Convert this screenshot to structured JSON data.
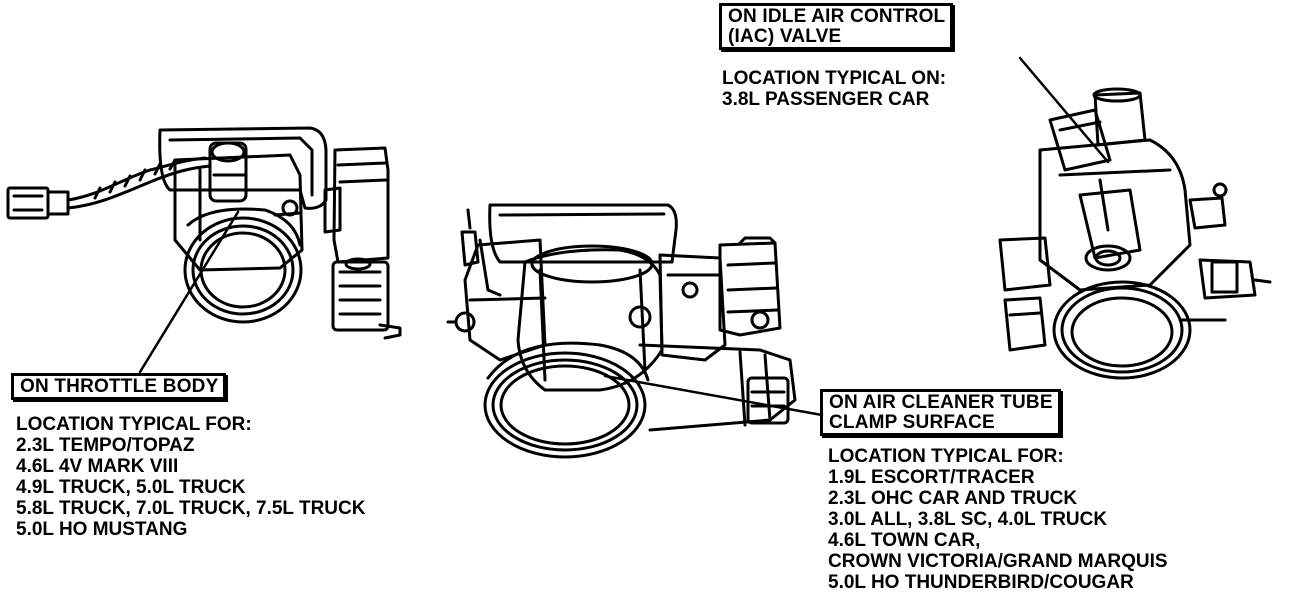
{
  "callouts": {
    "iac": {
      "title_lines": [
        "ON IDLE AIR CONTROL",
        "(IAC) VALVE"
      ],
      "note_lines": [
        "LOCATION TYPICAL ON:",
        "3.8L PASSENGER CAR"
      ]
    },
    "throttle": {
      "title_lines": [
        "ON THROTTLE BODY"
      ],
      "note_lines": [
        "LOCATION TYPICAL FOR:",
        "2.3L TEMPO/TOPAZ",
        "4.6L 4V MARK VIII",
        "4.9L TRUCK, 5.0L TRUCK",
        "5.8L TRUCK, 7.0L TRUCK, 7.5L TRUCK",
        "5.0L HO MUSTANG"
      ]
    },
    "air_cleaner": {
      "title_lines": [
        "ON AIR CLEANER TUBE",
        "CLAMP SURFACE"
      ],
      "note_lines": [
        "LOCATION TYPICAL FOR:",
        "1.9L ESCORT/TRACER",
        "2.3L OHC CAR AND TRUCK",
        "3.0L ALL, 3.8L SC, 4.0L TRUCK",
        "4.6L TOWN CAR,",
        "CROWN VICTORIA/GRAND MARQUIS",
        "5.0L HO THUNDERBIRD/COUGAR"
      ]
    }
  }
}
